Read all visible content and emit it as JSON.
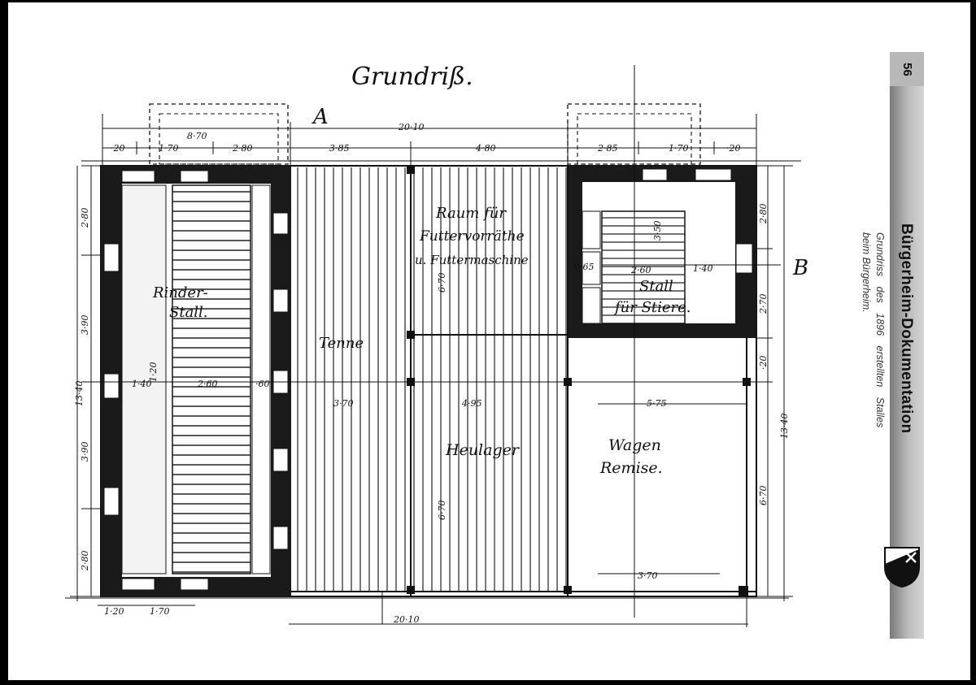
{
  "page": {
    "number": "56",
    "title": "Bürgerheim-Dokumentation",
    "caption_line1": "Grundriss des 1896 erstellten Stalles",
    "caption_line2": "beim Bürgerheim."
  },
  "plan": {
    "heading": "Grundriß.",
    "north_mark": "A",
    "south_mark": "B",
    "rooms": {
      "rinderstall_1": "Rinder-",
      "rinderstall_2": "Stall.",
      "tenne": "Tenne",
      "raum_1": "Raum für",
      "raum_2": "Futtervorräthe",
      "raum_3": "u. Futtermaschine",
      "stall_1": "Stall",
      "stall_2": "für Stiere.",
      "heulager": "Heulager",
      "wagen_1": "Wagen",
      "wagen_2": "Remise."
    },
    "dimensions": {
      "top_total": "20·10",
      "top_a": "8·70",
      "top_b": "·20",
      "top_c": "1·70",
      "top_d": "2·80",
      "top_e": "3·85",
      "top_f": "4·80",
      "top_g": "2·85",
      "top_h": "1·70",
      "top_i": "·20",
      "bottom_total": "20·10",
      "bottom_a": "1·20",
      "bottom_b": "1·70",
      "bottom_c": "3·70",
      "left_total": "13·40",
      "left_a": "2·80",
      "left_b": "3·90",
      "left_c": "3·90",
      "left_d": "2·80",
      "inner_a": "1·20",
      "inner_b": "1·40",
      "inner_c": "2·60",
      "inner_d": "·60",
      "stall_w": "2·60",
      "stall_h": "3·50",
      "stall_a": "1·40",
      "stall_b": "0·65",
      "tenne_w": "3·70",
      "heulager_w": "4·95",
      "heulager_h": "6·70",
      "wagen_w": "5·75",
      "right_total": "13·40",
      "right_a": "2·80",
      "right_b": "2·70",
      "right_c": "·20",
      "right_d": "6·70"
    }
  }
}
